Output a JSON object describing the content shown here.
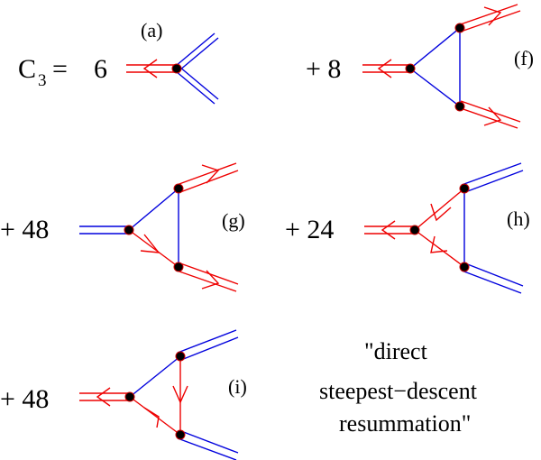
{
  "equation": {
    "lhs_main": "C",
    "lhs_sub": "3",
    "equals": "=",
    "caption_lines": [
      "\"direct",
      "steepest−descent",
      "resummation\""
    ]
  },
  "terms": [
    {
      "id": "a",
      "coefficient": "6",
      "label": "(a)"
    },
    {
      "id": "f",
      "coefficient": "+ 8",
      "label": "(f)"
    },
    {
      "id": "g",
      "coefficient": "+ 48",
      "label": "(g)"
    },
    {
      "id": "h",
      "coefficient": "+ 24",
      "label": "(h)"
    },
    {
      "id": "i",
      "coefficient": "+ 48",
      "label": "(i)"
    }
  ],
  "colors": {
    "blue_line": "#0000dd",
    "red_line": "#ee0000",
    "vertex_fill": "#000000",
    "vertex_ring": "#cc0000"
  }
}
